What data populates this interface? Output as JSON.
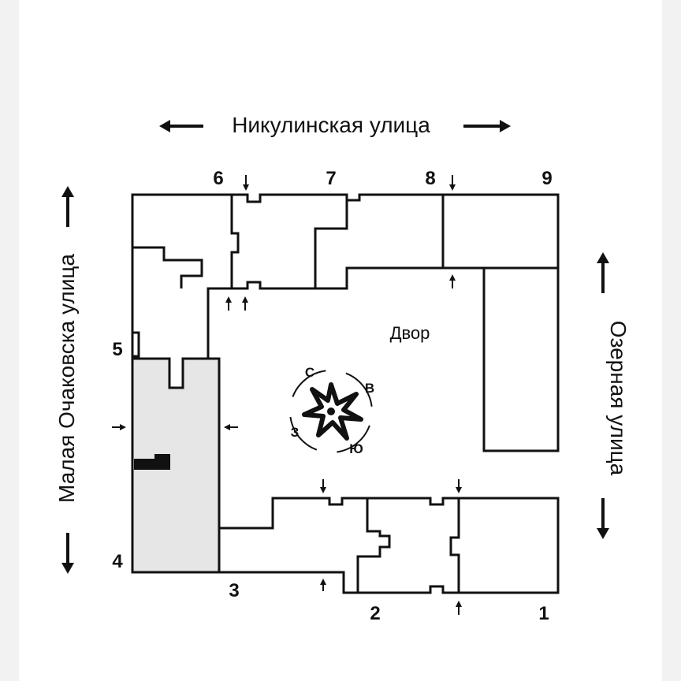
{
  "streets": {
    "north": "Никулинская улица",
    "west": "Малая Очаковска улица",
    "east": "Озерная улица"
  },
  "courtyard": "Двор",
  "building_numbers": [
    "1",
    "2",
    "3",
    "4",
    "5",
    "6",
    "7",
    "8",
    "9"
  ],
  "compass": {
    "north": "С",
    "east": "В",
    "south": "Ю",
    "west": "З"
  },
  "colors": {
    "highlight": "#e6e6e6",
    "line": "#111111",
    "background": "#ffffff"
  },
  "icons": [
    "double-arrow-icon",
    "entrance-arrow-icon",
    "compass-star-icon"
  ]
}
